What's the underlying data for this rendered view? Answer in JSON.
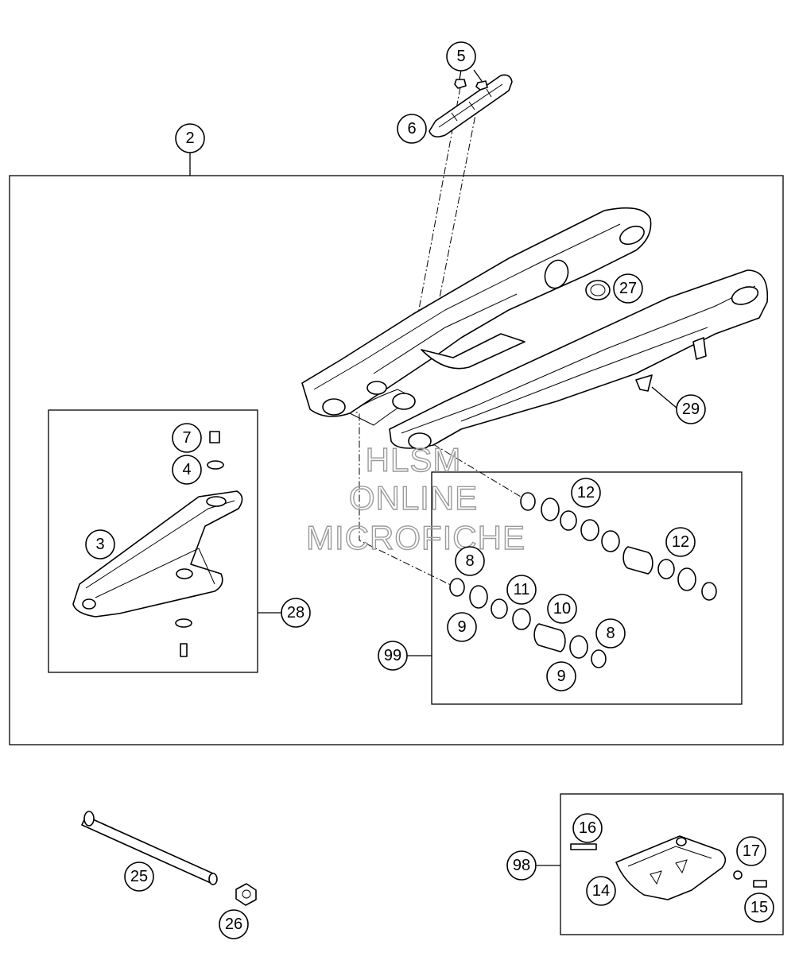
{
  "watermark": [
    "HLSM",
    "ONLINE",
    "MICROFICHE"
  ],
  "callouts": {
    "c2": "2",
    "c3": "3",
    "c4": "4",
    "c5": "5",
    "c6": "6",
    "c7": "7",
    "c8a": "8",
    "c8b": "8",
    "c9a": "9",
    "c9b": "9",
    "c10": "10",
    "c11": "11",
    "c12a": "12",
    "c12b": "12",
    "c14": "14",
    "c15": "15",
    "c16": "16",
    "c17": "17",
    "c25": "25",
    "c26": "26",
    "c27": "27",
    "c28": "28",
    "c29": "29",
    "c98": "98",
    "c99": "99"
  }
}
